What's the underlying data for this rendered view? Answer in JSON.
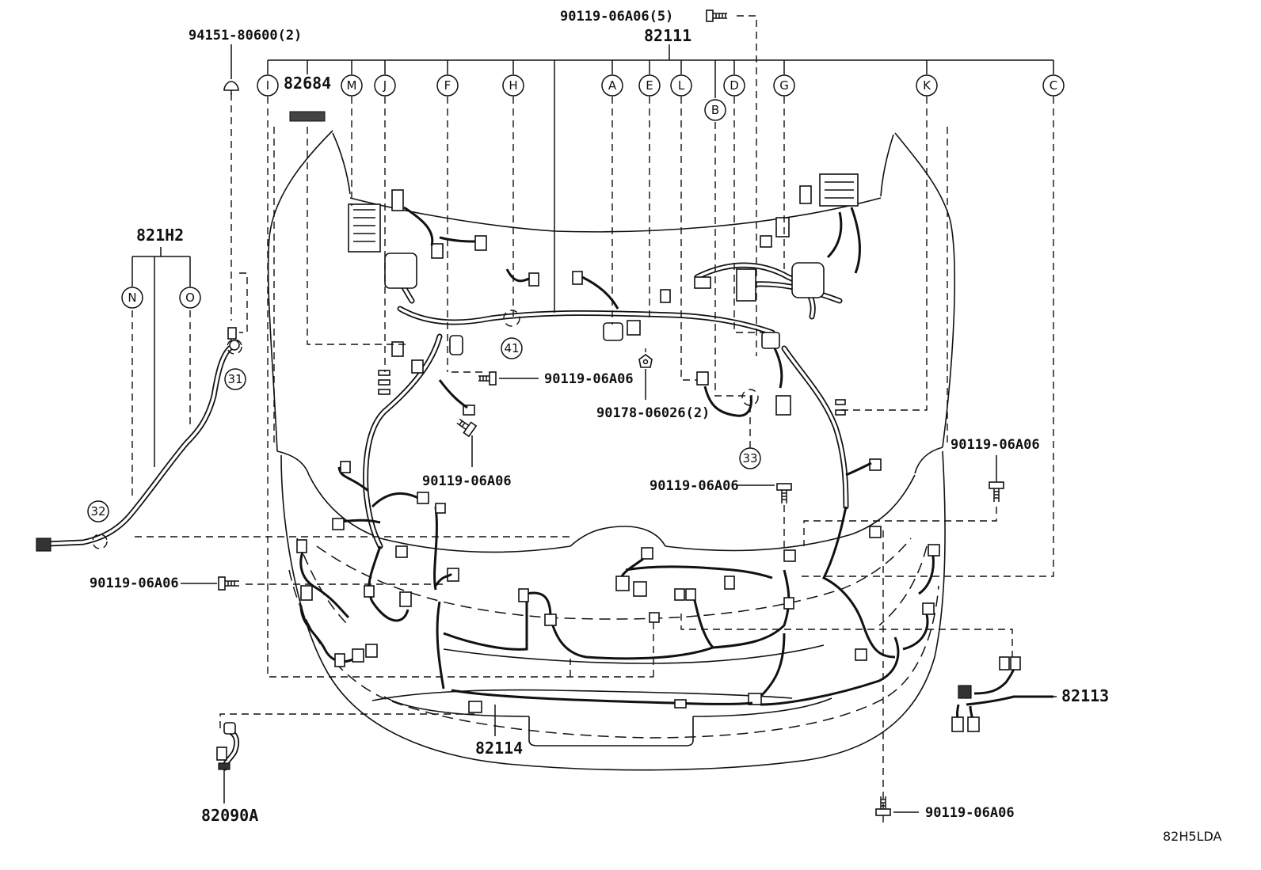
{
  "diagram_code": "82H5LDA",
  "main_harness": "82111",
  "harness_letters": [
    "I",
    "M",
    "J",
    "F",
    "H",
    "A",
    "E",
    "L",
    "B",
    "D",
    "G",
    "K",
    "C"
  ],
  "sub_harness": "821H2",
  "sub_letters": [
    "N",
    "O"
  ],
  "parts": {
    "p94151": "94151-80600(2)",
    "p82684": "82684",
    "p82111": "82111",
    "p821H2": "821H2",
    "p82113": "82113",
    "p82114": "82114",
    "p82090A": "82090A",
    "p90178": "90178-06026(2)",
    "bolt5": "90119-06A06(5)",
    "bolt": "90119-06A06"
  },
  "refs": {
    "r31": "31",
    "r32": "32",
    "r33": "33",
    "r41": "41"
  }
}
